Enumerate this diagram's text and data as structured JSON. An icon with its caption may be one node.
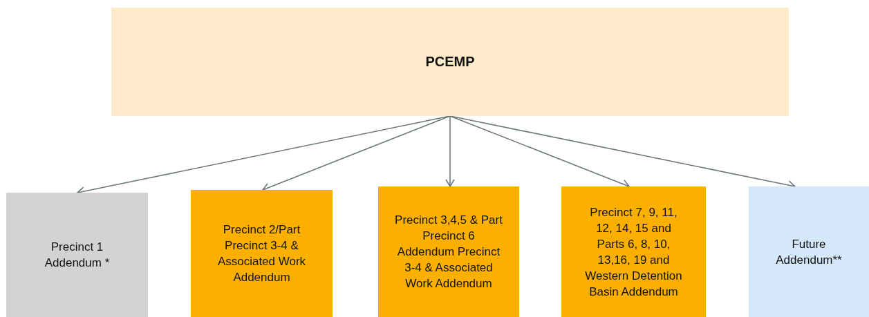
{
  "diagram": {
    "nodes": [
      {
        "text": [
          "PCEMP"
        ]
      },
      {
        "text": [
          "Precinct 1 Addendum *"
        ]
      },
      {
        "text": [
          "Precinct 2/Part Precinct 3-4 & Associated Work Addendum"
        ]
      },
      {
        "text": [
          "Precinct 3,4,5 & Part Precinct 6 Addendum Precinct 3-4 & Associated Work Addendum"
        ]
      },
      {
        "text": [
          "Precinct 7, 9, 11, 12, 14, 15 and Parts 6, 8, 10, 13,16, 19 and Western Detention Basin Addendum"
        ]
      },
      {
        "text": [
          "Future Addendum**"
        ]
      }
    ],
    "edges": [
      {
        "from": 0,
        "to": 1,
        "arrow": "to"
      },
      {
        "from": 0,
        "to": 2,
        "arrow": "to"
      },
      {
        "from": 0,
        "to": 3,
        "arrow": "to"
      },
      {
        "from": 0,
        "to": 4,
        "arrow": "to"
      },
      {
        "from": 0,
        "to": 5,
        "arrow": "to"
      }
    ]
  }
}
